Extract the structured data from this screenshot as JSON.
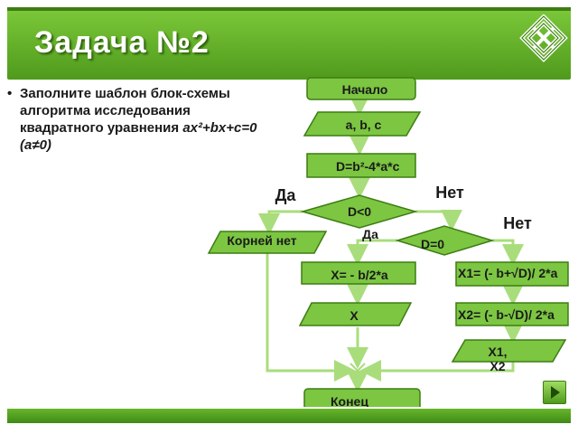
{
  "slide": {
    "title": "Задача №2",
    "bullet": "•",
    "instruction": "Заполните шаблон блок-схемы алгоритма исследования квадратного уравнения ",
    "formula": "ax²+bx+c=0 (a≠0)"
  },
  "flowchart": {
    "start": "Начало",
    "input": "a, b, c",
    "discriminant": "D=b²-4*a*c",
    "cond1": "D<0",
    "cond1_yes": "Да",
    "cond1_no": "Нет",
    "no_roots": "Корней нет",
    "cond2": "D=0",
    "cond2_yes": "Да",
    "cond2_no": "Нет",
    "one_root": "X= - b/2*a",
    "x1": "X1= (- b+√D)/ 2*a",
    "x2": "X2= (- b-√D)/ 2*a",
    "out_one": "X",
    "out_two": "X1, X2",
    "end": "Конец"
  },
  "colors": {
    "shape_fill": "#7cc642",
    "shape_stroke": "#3d7d12",
    "arrow": "#a9dd7c",
    "title_bg": "#5fad25"
  }
}
